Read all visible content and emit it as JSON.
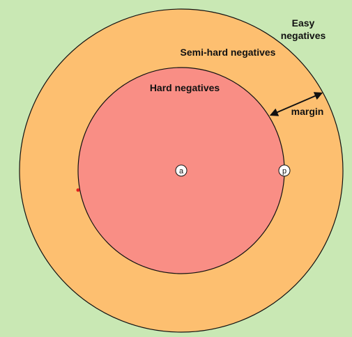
{
  "labels": {
    "easy_line1": "Easy",
    "easy_line2": "negatives",
    "semi_hard": "Semi-hard negatives",
    "hard": "Hard negatives",
    "margin": "margin"
  },
  "points": {
    "anchor": "a",
    "positive": "p"
  },
  "colors": {
    "background": "#c9e8b4",
    "outer_region": "#fdbf70",
    "inner_region": "#f98e85",
    "stroke": "#111111",
    "marker": "#e0201e"
  }
}
